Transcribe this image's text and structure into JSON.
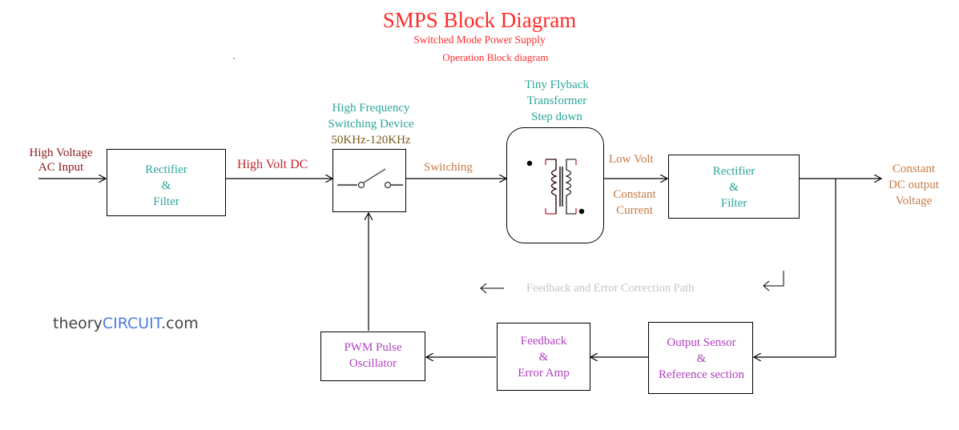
{
  "title": "SMPS Block Diagram",
  "subtitle_1": "Switched Mode Power Supply",
  "subtitle_2": "Operation Block diagram",
  "labels": {
    "input_1": "High Voltage",
    "input_2": "AC Input",
    "high_volt_dc": "High Volt DC",
    "switch_desc_1": "High Frequency",
    "switch_desc_2": "Switching Device",
    "switch_desc_3": "50KHz-120KHz",
    "switching": "Switching",
    "transformer_1": "Tiny Flyback",
    "transformer_2": "Transformer",
    "transformer_3": "Step down",
    "low_volt": "Low Volt",
    "constant": "Constant",
    "current": "Current",
    "output_1": "Constant",
    "output_2": "DC output",
    "output_3": "Voltage",
    "feedback_path": "Feedback and Error Correction Path"
  },
  "blocks": {
    "rectifier1": [
      "Rectifier",
      "&",
      "Filter"
    ],
    "rectifier2": [
      "Rectifier",
      "&",
      "Filter"
    ],
    "pwm": [
      "PWM Pulse",
      "Oscillator"
    ],
    "feedback": [
      "Feedback",
      "&",
      "Error Amp"
    ],
    "sensor": [
      "Output Sensor",
      "&",
      "Reference section"
    ]
  },
  "brand": {
    "part1": "theory",
    "part2": "CIRCUIT",
    "part3": ".com"
  },
  "colors": {
    "title": "#ff2b2b",
    "teal": "#2aa59a",
    "tan": "#c87a45",
    "purple": "#b040c0",
    "darkred": "#8b1a1a"
  }
}
